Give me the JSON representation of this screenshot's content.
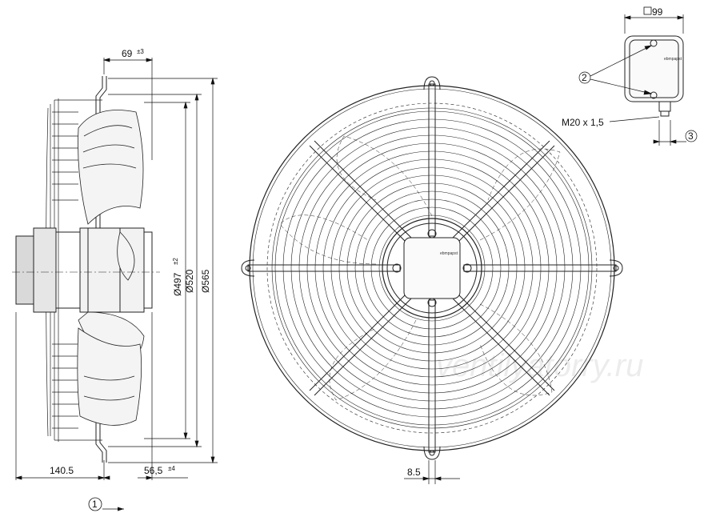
{
  "dimensions": {
    "axial_depth": "69",
    "axial_depth_tol": "±3",
    "d_inner": "Ø497",
    "d_inner_tol": "±2",
    "d_venturi": "Ø520",
    "d_outer": "Ø565",
    "hub_offset": "140.5",
    "flange_offset": "56,5",
    "flange_offset_tol": "±4",
    "slot_width": "8.5",
    "box_width": "99",
    "cable_gland": "M20 x 1,5"
  },
  "callouts": {
    "airflow": "1",
    "screws": "2",
    "gland": "3"
  },
  "logo_text": "ebmpapst",
  "watermark": "ventilyatorry.ru"
}
